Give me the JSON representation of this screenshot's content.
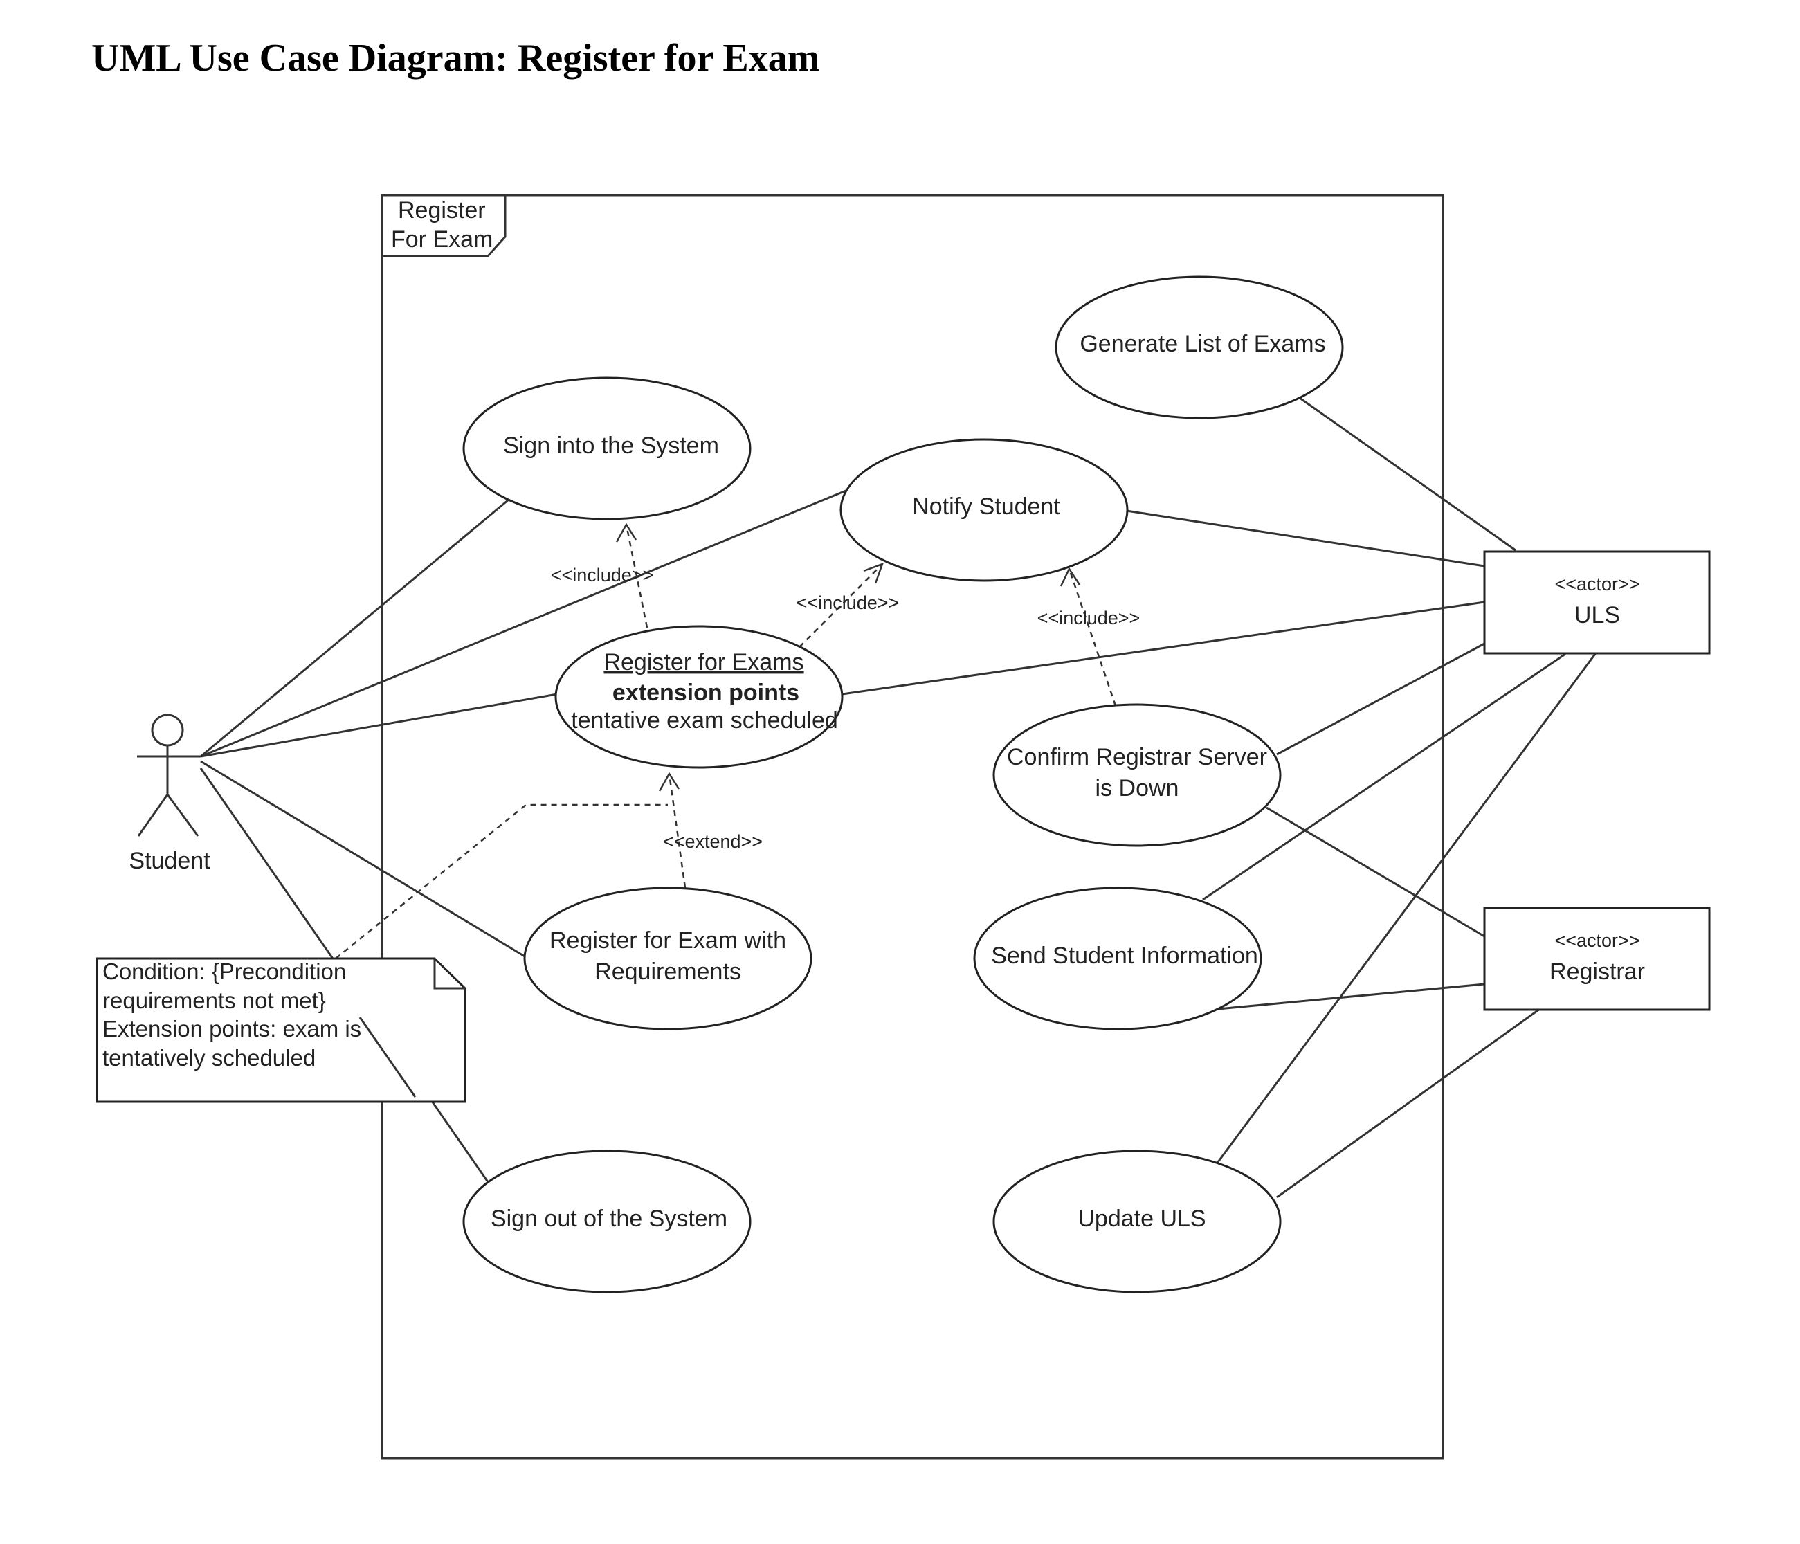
{
  "title": "UML Use Case Diagram: Register for Exam",
  "frame": {
    "label_line1": "Register",
    "label_line2": "For Exam"
  },
  "actors": {
    "student": {
      "name": "Student"
    },
    "uls": {
      "stereotype": "<<actor>>",
      "name": "ULS"
    },
    "registrar": {
      "stereotype": "<<actor>>",
      "name": "Registrar"
    }
  },
  "use_cases": {
    "generate_list": {
      "label": "Generate List of Exams"
    },
    "sign_in": {
      "label": "Sign into the System"
    },
    "notify": {
      "label": "Notify Student"
    },
    "register": {
      "label": "Register for Exams",
      "ext_heading": "extension points",
      "ext_point": "tentative exam scheduled"
    },
    "confirm": {
      "line1": "Confirm Registrar Server",
      "line2": "is Down"
    },
    "register_req": {
      "line1": "Register for Exam with",
      "line2": "Requirements"
    },
    "send_info": {
      "label": "Send Student Information"
    },
    "sign_out": {
      "label": "Sign out of the System"
    },
    "update_uls": {
      "label": "Update ULS"
    }
  },
  "relations": {
    "include_signin": "<<include>>",
    "include_notify": "<<include>>",
    "include_confirm": "<<include>>",
    "extend": "<<extend>>"
  },
  "note": {
    "line1": "Condition: {Precondition",
    "line2": "requirements not met}",
    "line3": "Extension points: exam is",
    "line4": "tentatively scheduled"
  }
}
